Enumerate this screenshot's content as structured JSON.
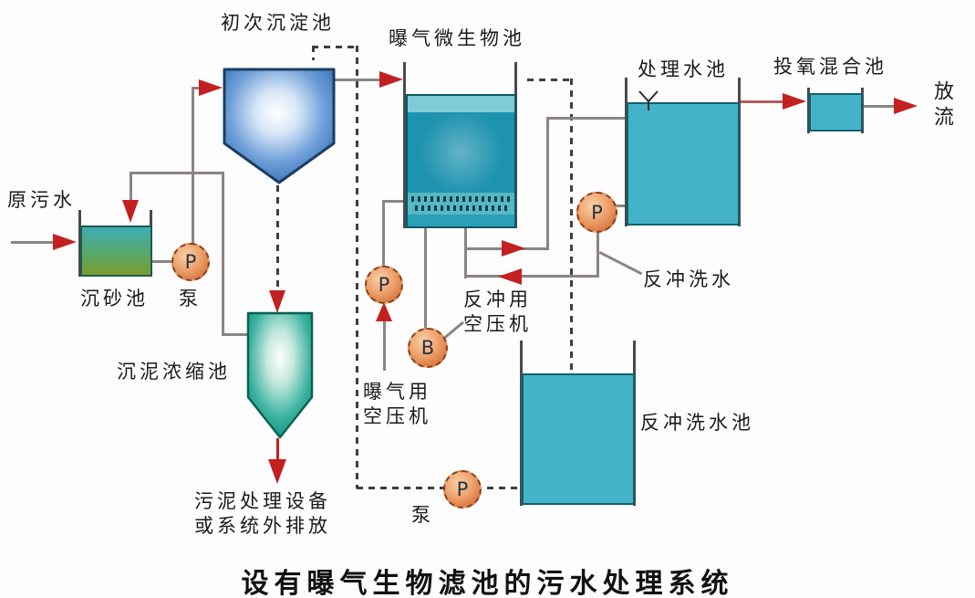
{
  "title": "设有曝气生物滤池的污水处理系统",
  "labels": {
    "primary_tank": "初次沉淀池",
    "aeration_tank": "曝气微生物池",
    "treated_tank": "处理水池",
    "oxygen_tank": "投氧混合池",
    "discharge": "放流",
    "raw_sewage": "原污水",
    "grit_tank": "沉砂池",
    "grit_pump": "泵",
    "thickener": "沉泥浓缩池",
    "sludge_out_line1": "污泥处理设备",
    "sludge_out_line2": "或系统外排放",
    "aeration_comp_line1": "曝气用",
    "aeration_comp_line2": "空压机",
    "backwash_comp_line1": "反冲用",
    "backwash_comp_line2": "空压机",
    "backwash_water": "反冲洗水",
    "backwash_tank": "反冲洗水池",
    "return_pump": "泵"
  },
  "devices": {
    "grit_pump_letter": "P",
    "aeration_air_pump_letter": "P",
    "backwash_blower_letter": "B",
    "backwash_pump_letter": "P",
    "return_pump_letter": "P"
  },
  "colors": {
    "water_cyan": "#44b3c9",
    "water_teal_dark": "#1e93af",
    "arrow_red": "#c32121",
    "pump_orange": "#eda26d",
    "pipe_gray": "#8d8383",
    "dash_gray": "#3e3e3e",
    "sed_blue": "#2f6ab0",
    "thickener_teal": "#0f9180",
    "grit_green": "#7c9c2e"
  }
}
